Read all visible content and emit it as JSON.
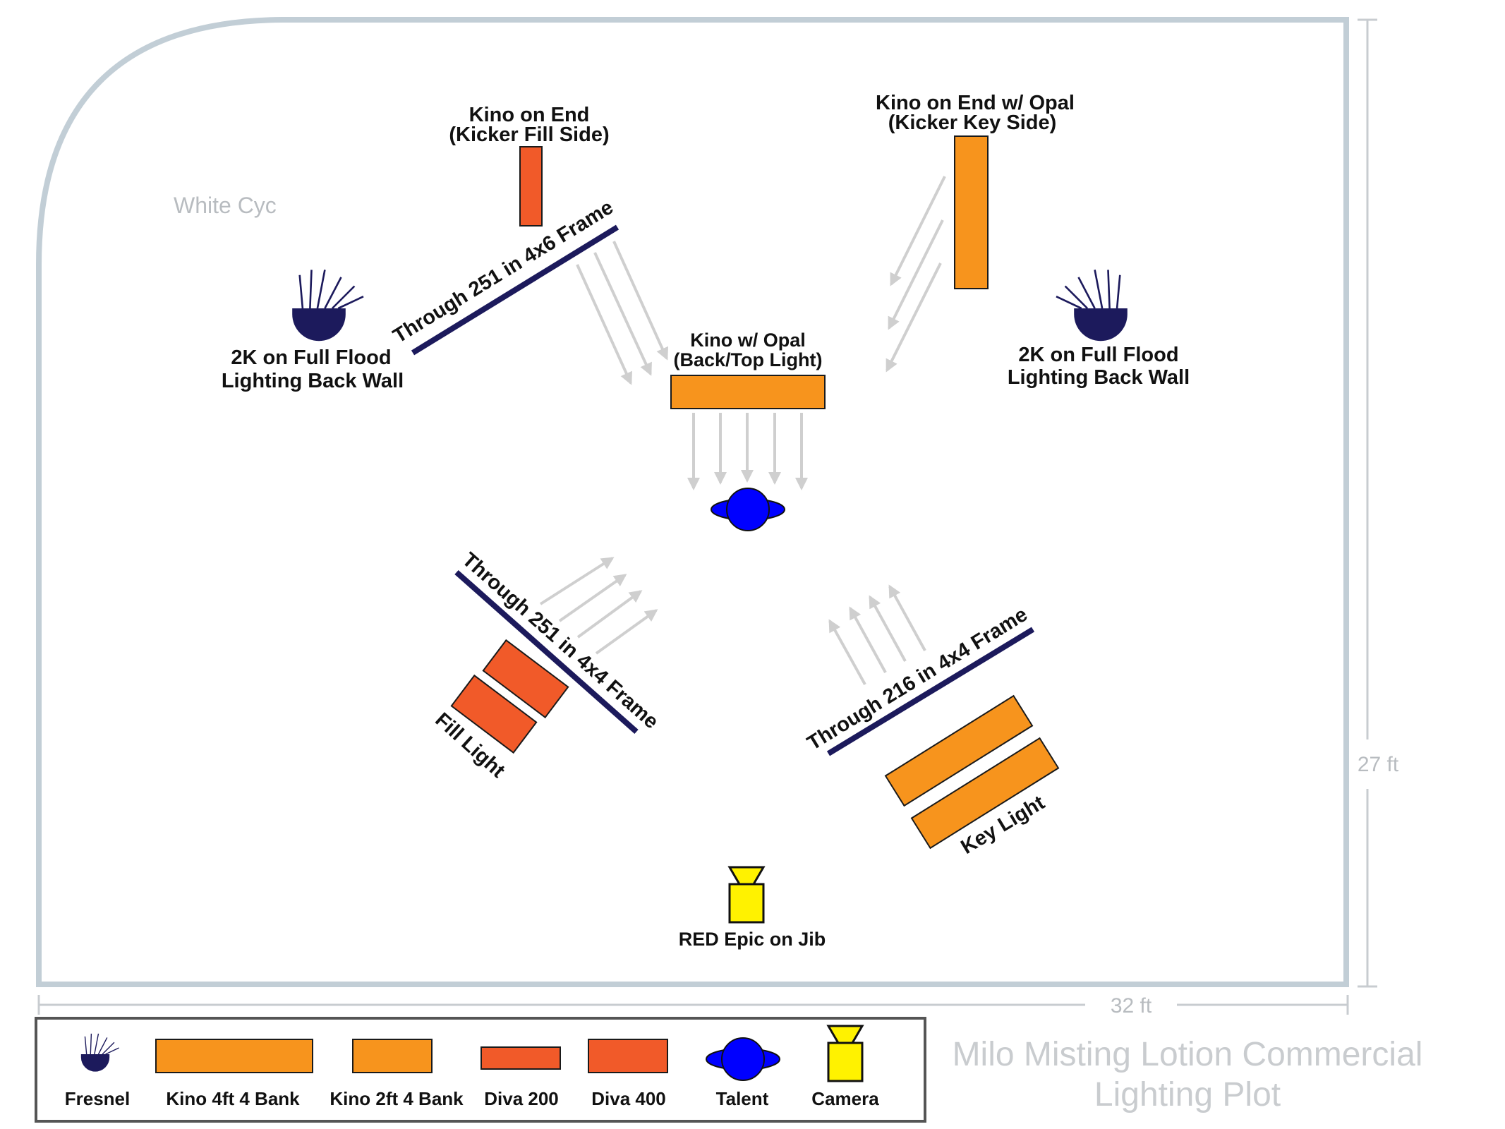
{
  "room": {
    "cyc_label": "White Cyc",
    "width_label": "32 ft",
    "depth_label": "27 ft"
  },
  "fixtures": {
    "kino_end_fill": {
      "line1": "Kino on End",
      "line2": "(Kicker Fill Side)"
    },
    "kino_end_key": {
      "line1": "Kino on End w/ Opal",
      "line2": "(Kicker Key Side)"
    },
    "frame_back": "Through 251 in 4x6 Frame",
    "fresnel_left": {
      "line1": "2K on Full Flood",
      "line2": "Lighting Back Wall"
    },
    "fresnel_right": {
      "line1": "2K on Full Flood",
      "line2": "Lighting Back Wall"
    },
    "kino_back": {
      "line1": "Kino w/ Opal",
      "line2": "(Back/Top Light)"
    },
    "frame_fill": "Through 251 in 4x4 Frame",
    "frame_key": "Through 216 in 4x4 Frame",
    "fill_light": "Fill Light",
    "key_light": "Key Light",
    "camera": "RED Epic on Jib"
  },
  "legend": {
    "fresnel": "Fresnel",
    "kino4": "Kino 4ft 4 Bank",
    "kino2": "Kino 2ft 4 Bank",
    "diva200": "Diva 200",
    "diva400": "Diva 400",
    "talent": "Talent",
    "camera": "Camera"
  },
  "title": {
    "line1": "Milo Misting Lotion Commercial",
    "line2": "Lighting Plot"
  },
  "colors": {
    "kino": "#f7941d",
    "diva": "#f15a29",
    "fresnel": "#1c1a5c",
    "talent": "#0000ff",
    "camera": "#fff200",
    "frame": "#1c1a5c",
    "wall": "#c2ced6"
  }
}
